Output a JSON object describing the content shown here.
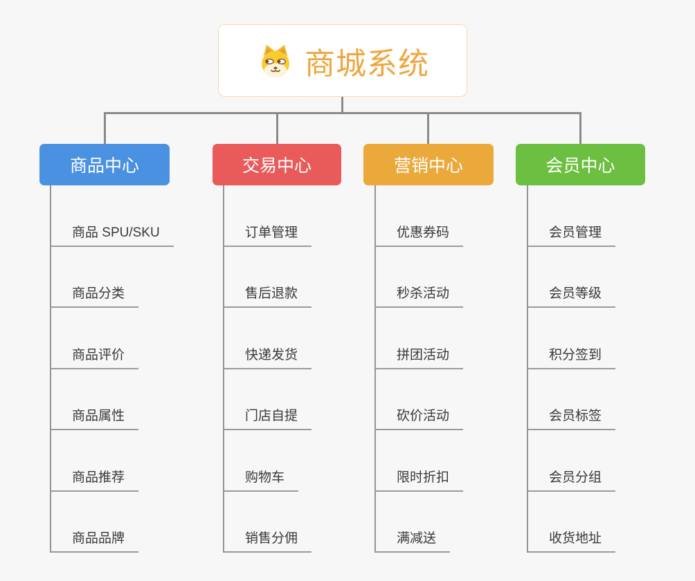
{
  "root": {
    "title": "商城系统",
    "icon": "dog-face-icon",
    "accent_color": "#F0A63F",
    "border_color": "#F0B25C"
  },
  "connector_color": "#8A8A8A",
  "branches": [
    {
      "label": "商品中心",
      "color": "#4B91E2",
      "items": [
        "商品 SPU/SKU",
        "商品分类",
        "商品评价",
        "商品属性",
        "商品推荐",
        "商品品牌"
      ]
    },
    {
      "label": "交易中心",
      "color": "#E95B5B",
      "items": [
        "订单管理",
        "售后退款",
        "快递发货",
        "门店自提",
        "购物车",
        "销售分佣"
      ]
    },
    {
      "label": "营销中心",
      "color": "#EBA93C",
      "items": [
        "优惠券码",
        "秒杀活动",
        "拼团活动",
        "砍价活动",
        "限时折扣",
        "满减送"
      ]
    },
    {
      "label": "会员中心",
      "color": "#6CBF40",
      "items": [
        "会员管理",
        "会员等级",
        "积分签到",
        "会员标签",
        "会员分组",
        "收货地址"
      ]
    }
  ]
}
